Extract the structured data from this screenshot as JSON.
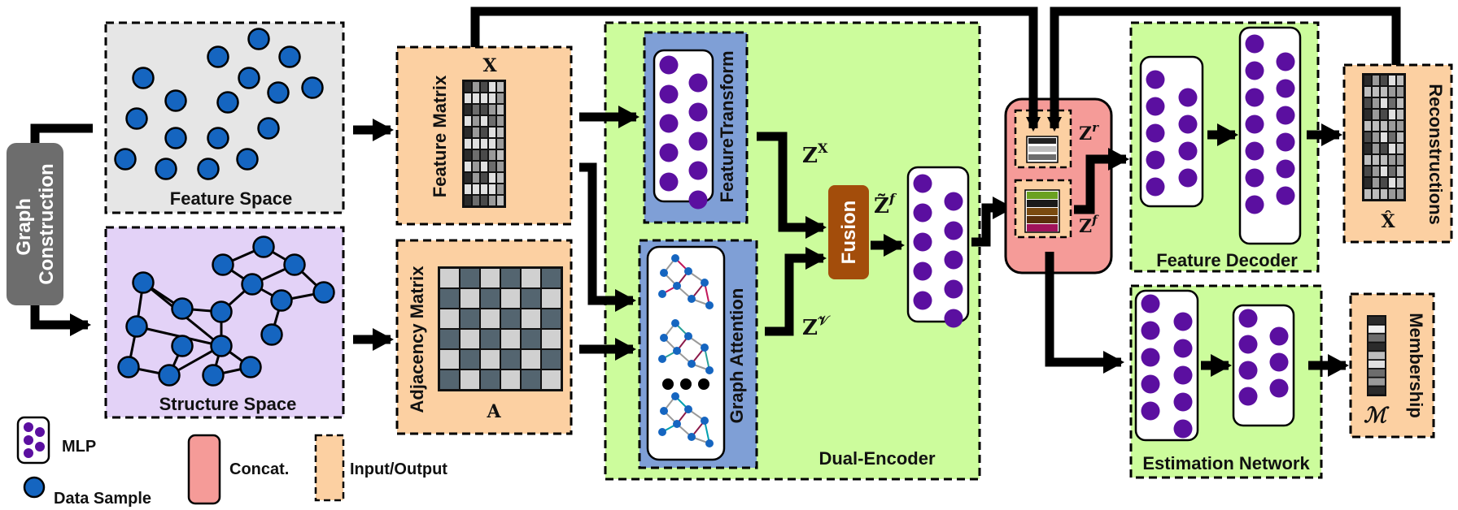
{
  "labels": {
    "graph_construction": [
      "Graph",
      "Construction"
    ],
    "feature_space": "Feature Space",
    "structure_space": "Structure Space",
    "feature_matrix": "Feature Matrix",
    "feature_matrix_symbol": "X",
    "adjacency_matrix": "Adjacency Matrix",
    "adjacency_matrix_symbol": "A",
    "feature_transform": "FeatureTransform",
    "graph_attention": "Graph Attention",
    "zx": "Z",
    "zx_sup": "X",
    "zv": "Z",
    "zv_sup": "𝒱",
    "fusion": "Fusion",
    "zf_tilde": "Z̃",
    "zf_tilde_sup": "f",
    "dual_encoder": "Dual-Encoder",
    "zr": "Z",
    "zr_sup": "r",
    "zf": "Z",
    "zf_sup": "f",
    "feature_decoder": "Feature Decoder",
    "estimation_network": "Estimation Network",
    "reconstructions": "Reconstructions",
    "reconstructions_symbol": "X̂",
    "membership": "Membership",
    "membership_symbol": "ℳ"
  },
  "legend": {
    "mlp": "MLP",
    "data_sample": "Data Sample",
    "concat": "Concat.",
    "input_output": "Input/Output"
  },
  "colors": {
    "node_blue": "#1565c0",
    "mlp_purple": "#5b0fa0",
    "feature_space_bg": "#e6e6e6",
    "structure_space_bg": "#e3d2f7",
    "io_orange": "#fcd0a2",
    "encoder_green": "#ccfc9c",
    "blue_panel": "#7f9fd6",
    "fusion_brown": "#a34d0b",
    "concat_pink": "#f59b98",
    "gray_box": "#6d6d6d"
  }
}
